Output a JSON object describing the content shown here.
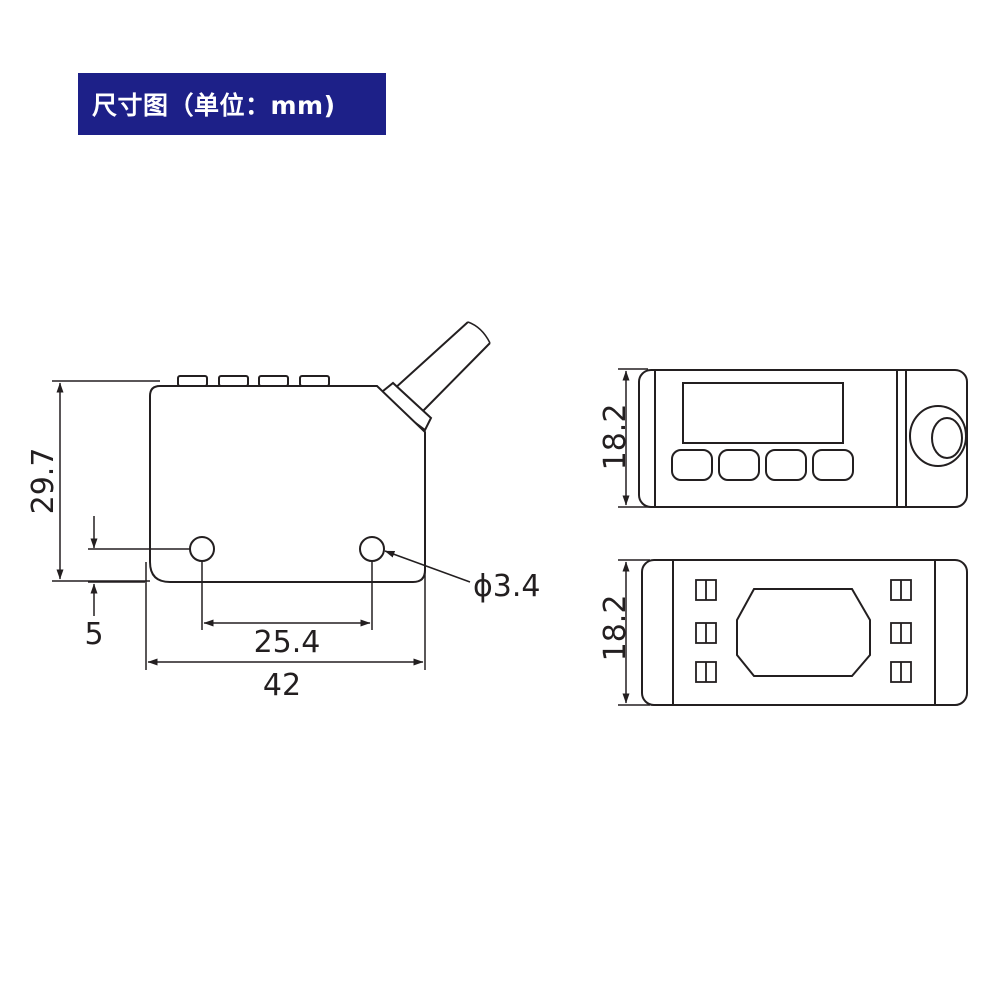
{
  "header": {
    "title": "尺寸图（单位：mm)",
    "background_color": "#1d2088",
    "text_color": "#ffffff"
  },
  "line_color": "#231f20",
  "dimensions": {
    "height": "29.7",
    "hole_offset": "5",
    "hole_spacing": "25.4",
    "width": "42",
    "hole_diameter": "ϕ3.4",
    "top_view_depth": "18.2",
    "bottom_view_depth": "18.2"
  }
}
